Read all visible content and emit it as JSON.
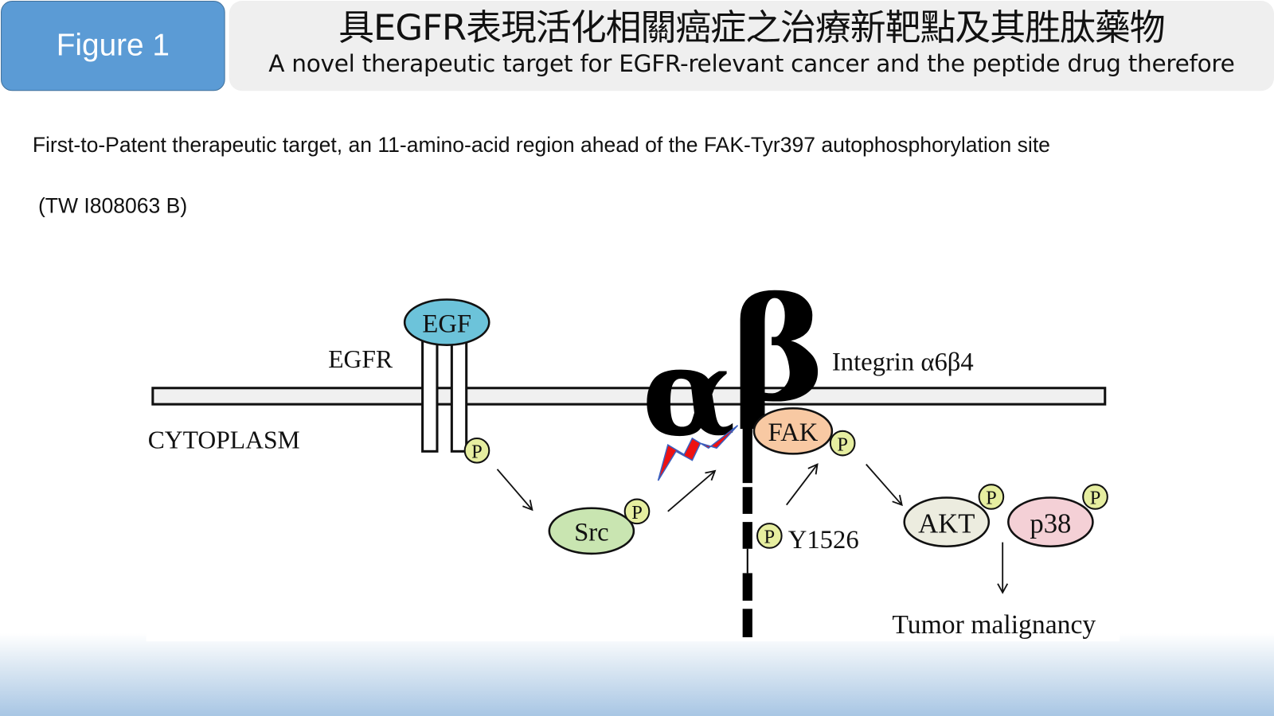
{
  "header": {
    "figure_label": "Figure 1",
    "title_zh": "具EGFR表現活化相關癌症之治療新靶點及其胜肽藥物",
    "title_en": "A novel therapeutic target for EGFR-relevant cancer and the peptide drug therefore"
  },
  "body": {
    "description": "First-to-Patent therapeutic target, an 11-amino-acid region ahead of the FAK-Tyr397 autophosphorylation site",
    "patent": "(TW I808063 B)"
  },
  "diagram": {
    "egf": "EGF",
    "egfr": "EGFR",
    "cytoplasm": "CYTOPLASM",
    "src": "Src",
    "fak": "FAK",
    "akt": "AKT",
    "p38": "p38",
    "phospho": "P",
    "alpha": "α",
    "beta": "β",
    "integrin": "Integrin α6β4",
    "y1526": "Y1526",
    "outcome": "Tumor malignancy",
    "colors": {
      "egf": "#6cc3da",
      "src": "#c9e5b1",
      "fak": "#f8c9a3",
      "akt": "#ececdf",
      "p38": "#f4d0d6",
      "phospho": "#e6eea0",
      "bolt": "#ee1111"
    }
  }
}
